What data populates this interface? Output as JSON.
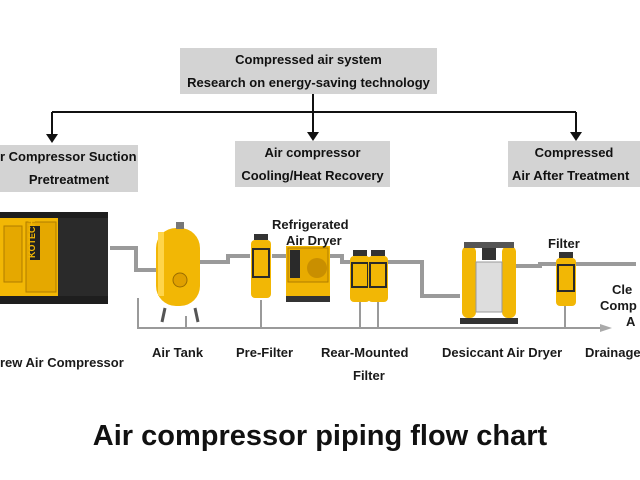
{
  "header": {
    "top_box": [
      "Compressed air system",
      "Research on energy-saving technology"
    ],
    "left_box": [
      "r Compressor Suction",
      "Pretreatment"
    ],
    "mid_box": [
      "Air compressor",
      "Cooling/Heat Recovery"
    ],
    "right_box": [
      "Compressed",
      "Air After Treatment"
    ]
  },
  "labels": {
    "compressor": "rew Air Compressor",
    "tank": "Air Tank",
    "pre_filter": "Pre-Filter",
    "refrigerated": [
      "Refrigerated",
      "Air Dryer"
    ],
    "rear_filter": [
      "Rear-Mounted",
      "Filter"
    ],
    "desiccant": "Desiccant Air Dryer",
    "filter": "Filter",
    "clean": [
      "Cle",
      "Comp",
      "A"
    ],
    "drainage": "Drainage"
  },
  "brand": "KOTECH",
  "title": "Air compressor piping flow chart",
  "colors": {
    "yellow": "#f2b705",
    "dark": "#222222",
    "pipe": "#9a9a9a",
    "box": "#d3d3d3"
  }
}
